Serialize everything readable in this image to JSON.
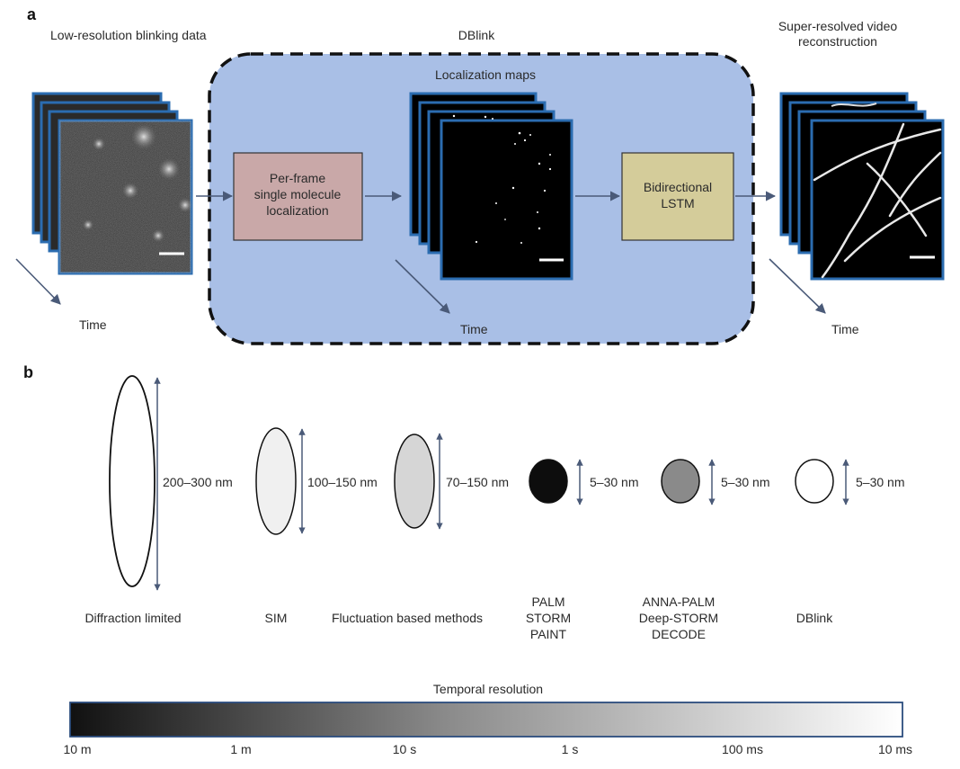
{
  "panel_a": {
    "letter": "a",
    "input_title": "Low-resolution blinking data",
    "dblink_title": "DBlink",
    "maps_title": "Localization maps",
    "output_title_1": "Super-resolved video",
    "output_title_2": "reconstruction",
    "box_localization": [
      "Per-frame",
      "single molecule",
      "localization"
    ],
    "box_lstm": [
      "Bidirectional",
      "LSTM"
    ],
    "time_label": "Time"
  },
  "panel_b": {
    "letter": "b",
    "methods": [
      {
        "name_lines": [
          "Diffraction limited"
        ],
        "resolution": "200–300 nm",
        "fill": "#ffffff"
      },
      {
        "name_lines": [
          "SIM"
        ],
        "resolution": "100–150 nm",
        "fill": "#f0f0f0"
      },
      {
        "name_lines": [
          "Fluctuation based methods"
        ],
        "resolution": "70–150 nm",
        "fill": "#d6d6d6"
      },
      {
        "name_lines": [
          "PALM",
          "STORM",
          "PAINT"
        ],
        "resolution": "5–30 nm",
        "fill": "#0d0d0d"
      },
      {
        "name_lines": [
          "ANNA-PALM",
          "Deep-STORM",
          "DECODE"
        ],
        "resolution": "5–30 nm",
        "fill": "#8a8a8a"
      },
      {
        "name_lines": [
          "DBlink"
        ],
        "resolution": "5–30 nm",
        "fill": "#ffffff"
      }
    ],
    "temporal_title": "Temporal resolution",
    "temporal_ticks": [
      "10 m",
      "1 m",
      "10 s",
      "1 s",
      "100 ms",
      "10 ms"
    ]
  },
  "colors": {
    "frame_border": "#2b6cb0",
    "dblink_bg": "#a9bfe6",
    "box_localization": "#c9a8a8",
    "box_lstm": "#d4cc9a",
    "arrow": "#4a5a78"
  }
}
